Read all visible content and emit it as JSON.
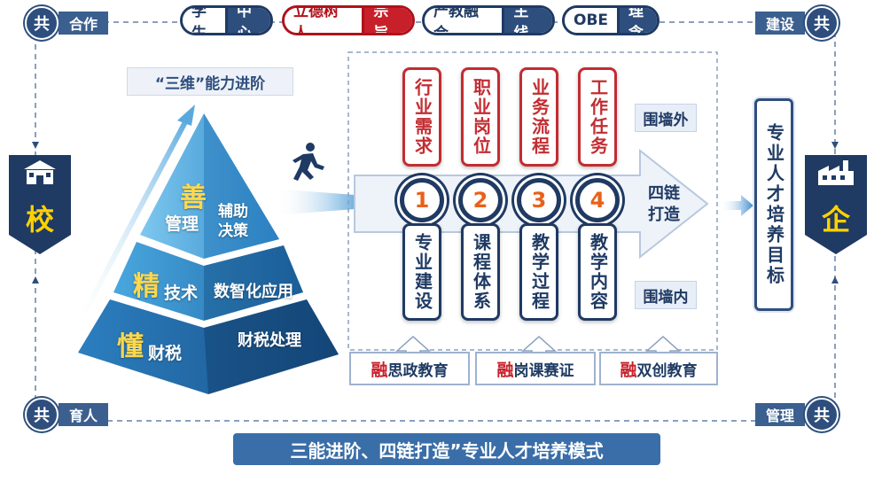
{
  "top_pills": [
    {
      "key": "学生",
      "value": "中心",
      "accent": "#1f3a63"
    },
    {
      "key": "立德树人",
      "value": "宗旨",
      "accent": "#b0121b"
    },
    {
      "key": "产教融合",
      "value": "主线",
      "accent": "#1f3a63"
    },
    {
      "key": "OBE",
      "value": "理念",
      "accent": "#1f3a63"
    }
  ],
  "corners": {
    "top_left": {
      "badge": "共",
      "label": "合作"
    },
    "top_right": {
      "badge": "共",
      "label": "建设"
    },
    "bottom_left": {
      "badge": "共",
      "label": "育人"
    },
    "bottom_right": {
      "badge": "共",
      "label": "管理"
    }
  },
  "school": {
    "label": "校",
    "icon": "school-building-icon"
  },
  "enterprise": {
    "label": "企",
    "icon": "factory-icon"
  },
  "pyramid": {
    "title": "“三维”能力进阶",
    "levels": [
      {
        "key": "善",
        "name": "管理",
        "desc": "辅助决策"
      },
      {
        "key": "精",
        "name": "技术",
        "desc": "数智化应用"
      },
      {
        "key": "懂",
        "name": "财税",
        "desc": "财税处理"
      }
    ]
  },
  "chains": {
    "top_items": [
      "行业需求",
      "职业岗位",
      "业务流程",
      "工作任务"
    ],
    "numbers": [
      "1",
      "2",
      "3",
      "4"
    ],
    "bottom_items": [
      "专业建设",
      "课程体系",
      "教学过程",
      "教学内容"
    ],
    "arrow_label_1": "四链",
    "arrow_label_2": "打造",
    "outside_label": "围墙外",
    "inside_label": "围墙内"
  },
  "integrations": [
    {
      "key": "融",
      "text": "思政教育"
    },
    {
      "key": "融",
      "text": "岗课赛证"
    },
    {
      "key": "融",
      "text": "双创教育"
    }
  ],
  "goal": "专业人才培养目标",
  "bottom_title": "三能进阶、四链打造”专业人才培养模式",
  "colors": {
    "navy": "#1f3a63",
    "red": "#c8202a",
    "orange": "#e8611a",
    "yellow": "#ffd200"
  }
}
